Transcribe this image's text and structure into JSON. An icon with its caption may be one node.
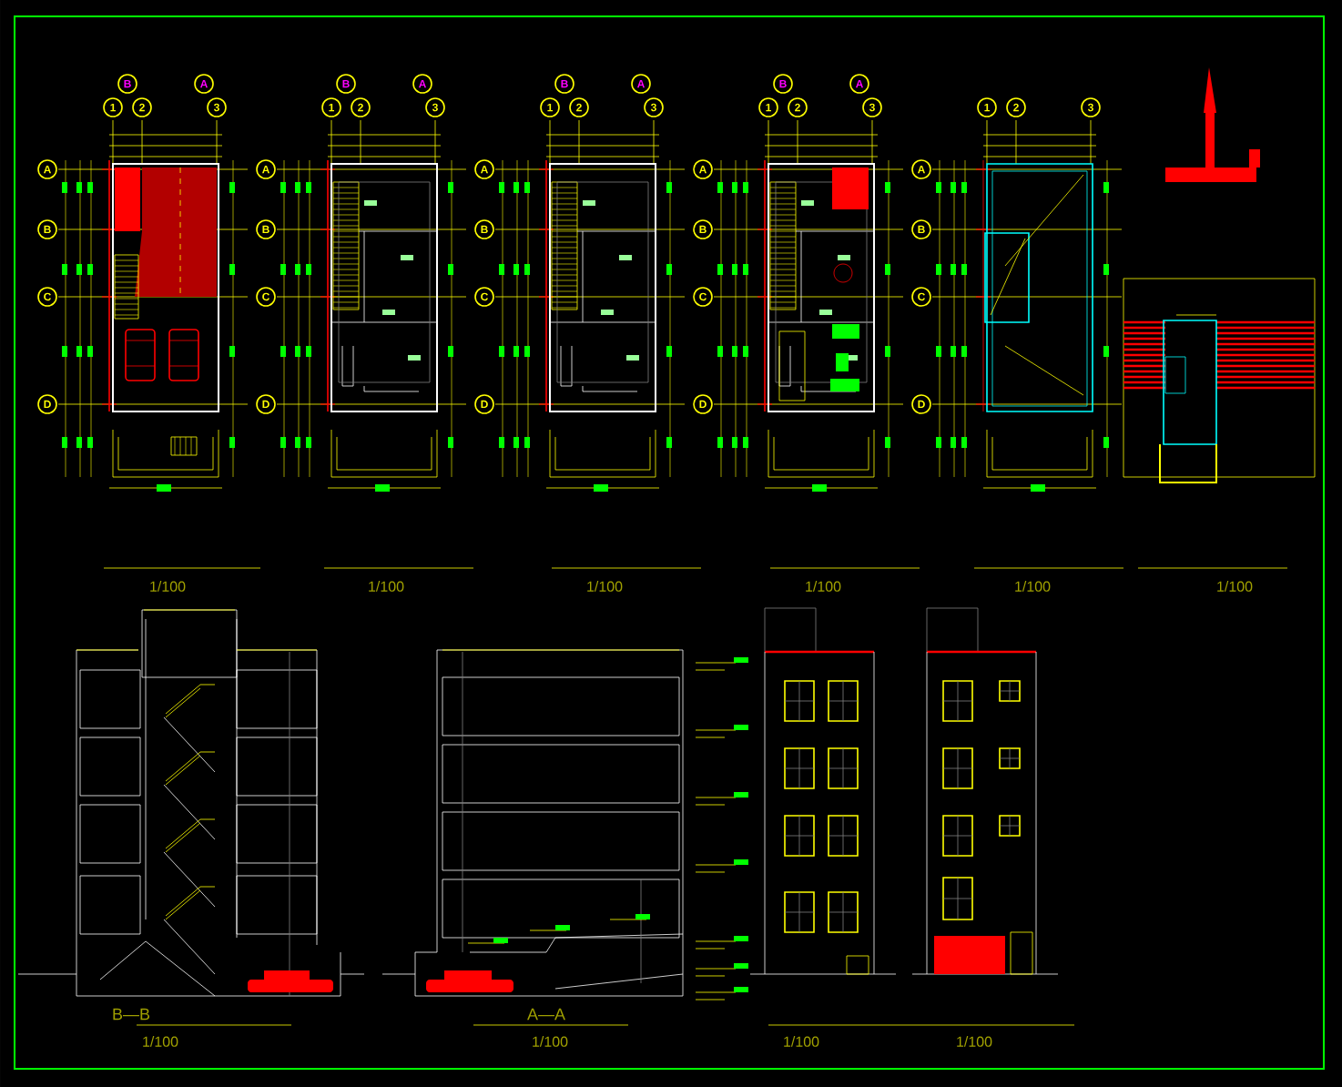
{
  "diagram": {
    "labels": [
      "B",
      "A",
      "1",
      "2",
      "3",
      "A",
      "B",
      "C",
      "D",
      "B",
      "A",
      "1",
      "2",
      "3",
      "A",
      "B",
      "C",
      "D",
      "B",
      "A",
      "1",
      "2",
      "3",
      "A",
      "B",
      "C",
      "D",
      "B",
      "A",
      "1",
      "2",
      "3",
      "A",
      "B",
      "C",
      "D",
      "1",
      "2",
      "3",
      "A",
      "B",
      "C",
      "D",
      "1/100",
      "1/100",
      "1/100",
      "1/100",
      "1/100",
      "1/100",
      "B—B",
      "1/100",
      "A—A",
      "1/100",
      "1/100",
      "1/100"
    ]
  }
}
